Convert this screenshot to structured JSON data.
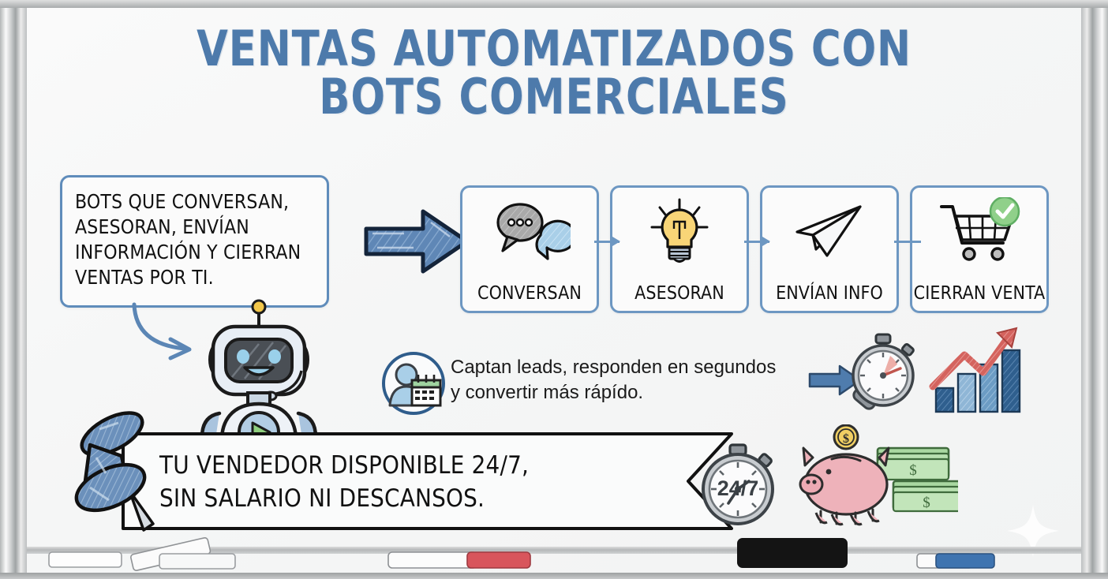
{
  "title": {
    "line1": "VENTAS AUTOMATIZADOS CON",
    "line2": "BOTS COMERCIALES",
    "color": "#4d7aab"
  },
  "intro_card": {
    "text": "BOTS QUE CONVERSAN, ASESORAN, ENVÍAN INFORMACIÓN Y CIERRAN VENTAS  POR TI.",
    "border_color": "#5f8cbb"
  },
  "flow": {
    "arrow_color": "#4a74a6",
    "card_border_color": "#6d97c2",
    "steps": [
      {
        "label": "CONVERSAN",
        "icon": "chat-bubbles-icon"
      },
      {
        "label": "ASESORAN",
        "icon": "lightbulb-icon"
      },
      {
        "label": "ENVÍAN INFO",
        "icon": "paper-plane-icon"
      },
      {
        "label": "CIERRAN VENTA",
        "icon": "shopping-cart-check-icon"
      }
    ]
  },
  "mid_row": {
    "icon": "person-calendar-icon",
    "line1": "Captan leads, responden en segundos",
    "line2": "y  convertir  más rápído.",
    "arrow": "right-arrow-icon",
    "stopwatch_icon": "stopwatch-magnifier-icon",
    "growth_icon": "growth-bar-chart-icon"
  },
  "ribbon": {
    "line1": "TU VENDEDOR DISPONIBLE 24/7,",
    "line2": "SIN SALARIO NI DESCANSOS.",
    "pin_icon": "pushpin-icon",
    "pin_color": "#6a8fba"
  },
  "bottom_icons": {
    "stopwatch_label": "24/7",
    "stopwatch_icon": "stopwatch-24-7-icon",
    "savings_icon": "piggy-bank-money-icon",
    "coin_symbol": "$"
  },
  "board": {
    "mascot": "robot-mascot-icon",
    "sparkle": "sparkle-icon",
    "tray_items": [
      "white-eraser",
      "white-eraser-tilted",
      "white-red-marker",
      "black-eraser",
      "white-blue-marker"
    ]
  },
  "palette": {
    "title_blue": "#4d7aab",
    "card_blue": "#6d97c2",
    "arrow_blue": "#4a74a6",
    "green_check": "#8fd08a",
    "bulb_yellow": "#f7d477",
    "piggy_pink": "#edb0b8",
    "money_green": "#a8d8a0",
    "red_trend": "#d9635f"
  }
}
